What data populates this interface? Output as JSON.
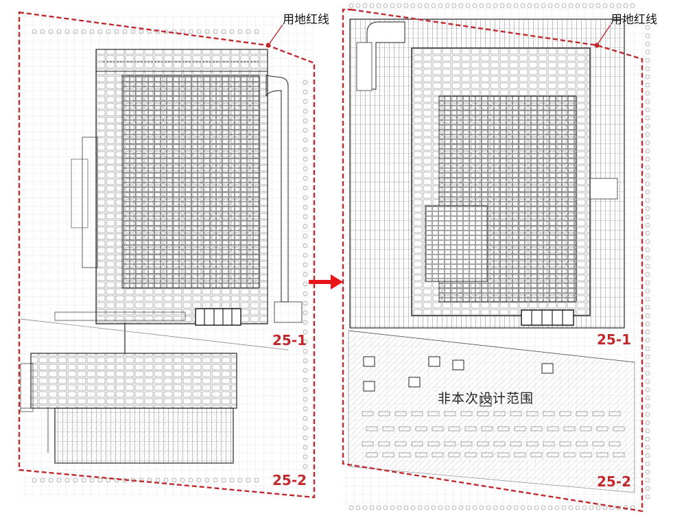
{
  "colors": {
    "boundary": "#c0282d",
    "arrow": "#e8161b",
    "lines": "#2b2b2b",
    "grid": "#c9c9c9"
  },
  "left_plan": {
    "boundary_label": "用地红线",
    "zone_upper": "25-1",
    "zone_lower": "25-2"
  },
  "right_plan": {
    "boundary_label": "用地红线",
    "zone_upper": "25-1",
    "zone_lower": "25-2",
    "excluded_area_label": "非本次设计范围"
  },
  "transition": {
    "icon": "arrow-right-icon"
  }
}
